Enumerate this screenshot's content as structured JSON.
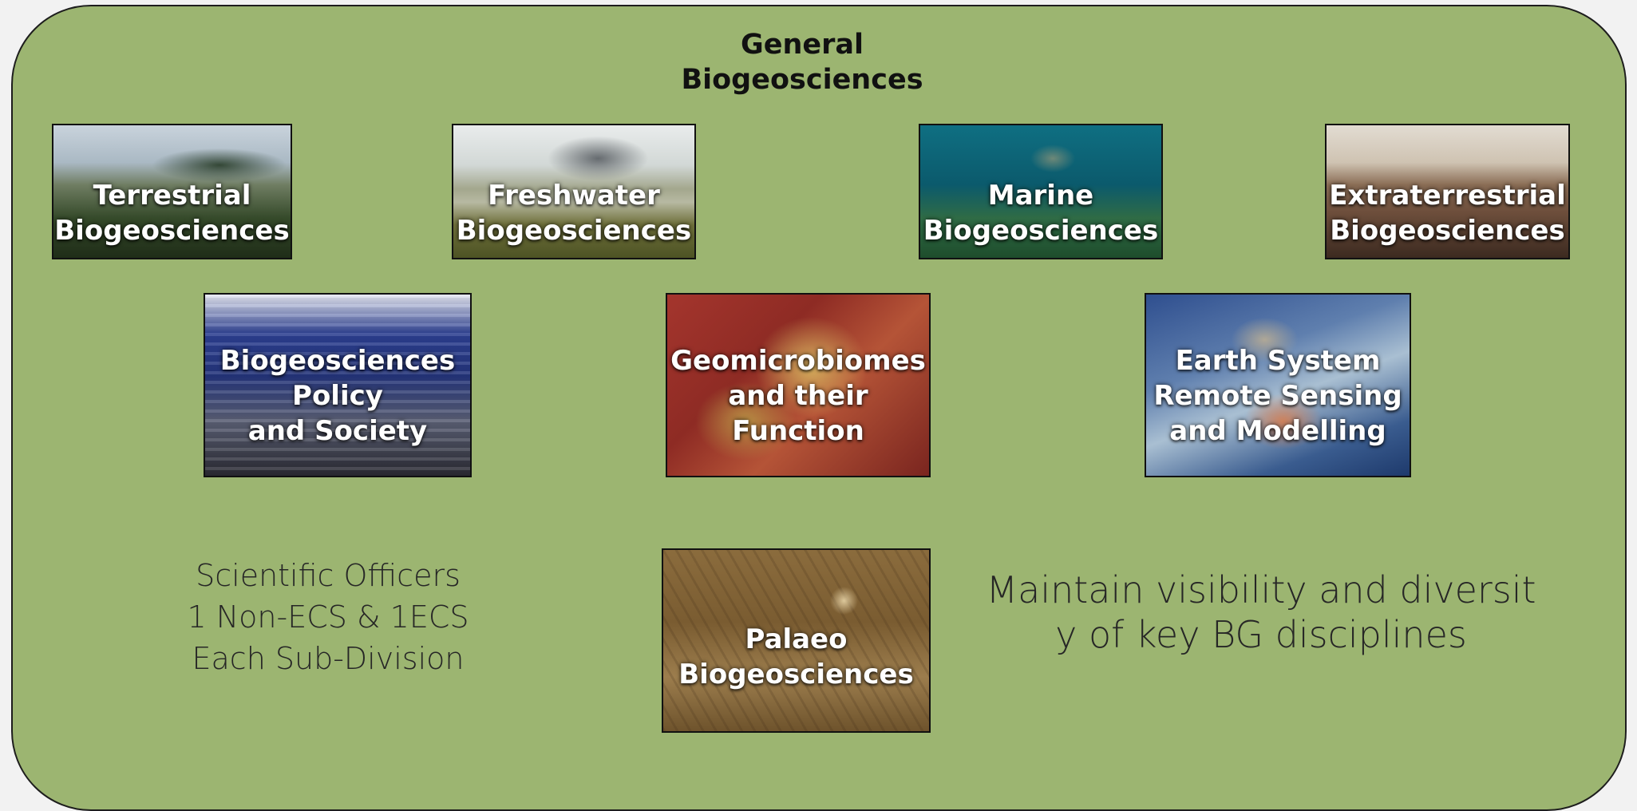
{
  "title": "General\nBiogeosciences",
  "subdivisions": {
    "terrestrial": "Terrestrial\nBiogeosciences",
    "freshwater": "Freshwater\nBiogeosciences",
    "marine": "Marine\nBiogeosciences",
    "extraterrestrial": "Extraterrestrial\nBiogeosciences",
    "policy": "Biogeosciences\nPolicy\nand Society",
    "geomicrobiomes": "Geomicrobiomes\nand their\nFunction",
    "earth_system": "Earth System\nRemote Sensing\nand Modelling",
    "palaeo": "Palaeo\nBiogeosciences"
  },
  "captions": {
    "officers": "Scientific Officers\n1 Non-ECS & 1ECS\nEach Sub-Division",
    "maintain": "Maintain visibility and diversit\ny of key BG disciplines"
  },
  "colors": {
    "panel_background": "#9cb571",
    "panel_border": "#1d1d1d"
  }
}
